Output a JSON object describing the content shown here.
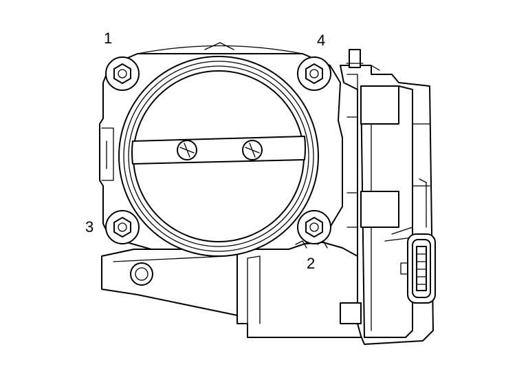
{
  "diagram": {
    "subject": "throttle body",
    "callouts": [
      {
        "id": "1",
        "label": "1"
      },
      {
        "id": "2",
        "label": "2"
      },
      {
        "id": "3",
        "label": "3"
      },
      {
        "id": "4",
        "label": "4"
      }
    ],
    "line_color": "#000000",
    "background": "#ffffff"
  }
}
